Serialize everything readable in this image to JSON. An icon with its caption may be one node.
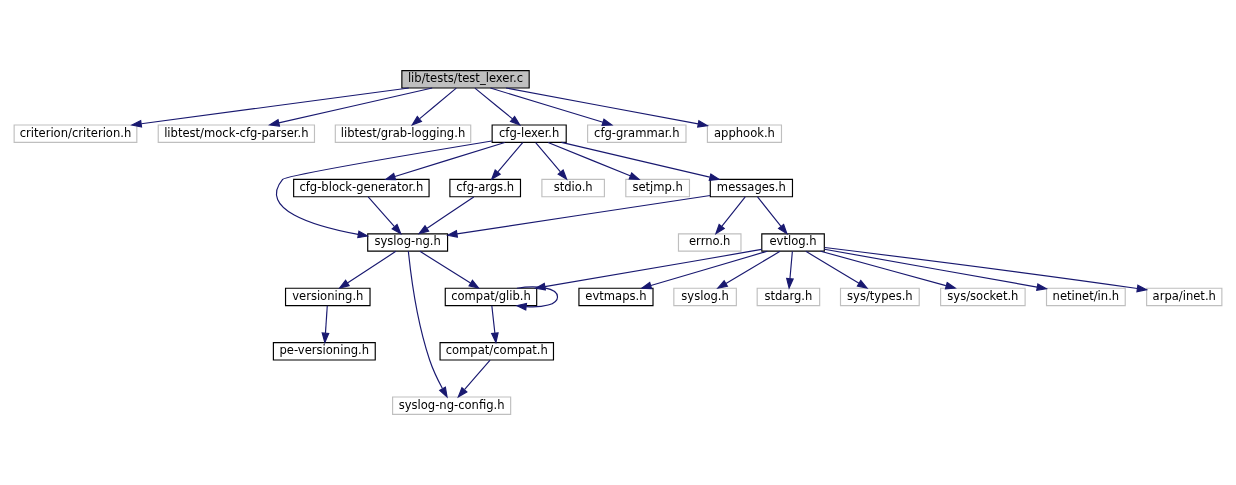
{
  "diagram": {
    "nodes": [
      {
        "text": [
          "lib/tests/test_lexer.c"
        ]
      },
      {
        "text": [
          "criterion/criterion.h"
        ]
      },
      {
        "text": [
          "libtest/mock-cfg-parser.h"
        ]
      },
      {
        "text": [
          "libtest/grab-logging.h"
        ]
      },
      {
        "text": [
          "cfg-lexer.h"
        ]
      },
      {
        "text": [
          "cfg-grammar.h"
        ]
      },
      {
        "text": [
          "apphook.h"
        ]
      },
      {
        "text": [
          "cfg-args.h"
        ]
      },
      {
        "text": [
          "cfg-block-generator.h"
        ]
      },
      {
        "text": [
          "messages.h"
        ]
      },
      {
        "text": [
          "stdio.h"
        ]
      },
      {
        "text": [
          "setjmp.h"
        ]
      },
      {
        "text": [
          "syslog-ng.h"
        ]
      },
      {
        "text": [
          "evtlog.h"
        ]
      },
      {
        "text": [
          "errno.h"
        ]
      },
      {
        "text": [
          "versioning.h"
        ]
      },
      {
        "text": [
          "compat/glib.h"
        ]
      },
      {
        "text": [
          "sys/socket.h"
        ]
      },
      {
        "text": [
          "netinet/in.h"
        ]
      },
      {
        "text": [
          "arpa/inet.h"
        ]
      },
      {
        "text": [
          "evtmaps.h"
        ]
      },
      {
        "text": [
          "syslog.h"
        ]
      },
      {
        "text": [
          "stdarg.h"
        ]
      },
      {
        "text": [
          "sys/types.h"
        ]
      },
      {
        "text": [
          "pe-versioning.h"
        ]
      },
      {
        "text": [
          "compat/compat.h"
        ]
      },
      {
        "text": [
          "syslog-ng-config.h"
        ]
      }
    ],
    "edges": [
      {
        "from": 0,
        "to": 1,
        "arrow": "to"
      },
      {
        "from": 0,
        "to": 2,
        "arrow": "to"
      },
      {
        "from": 0,
        "to": 3,
        "arrow": "to"
      },
      {
        "from": 0,
        "to": 4,
        "arrow": "to"
      },
      {
        "from": 0,
        "to": 5,
        "arrow": "to"
      },
      {
        "from": 0,
        "to": 6,
        "arrow": "to"
      },
      {
        "from": 4,
        "to": 12,
        "arrow": "to"
      },
      {
        "from": 4,
        "to": 7,
        "arrow": "to"
      },
      {
        "from": 4,
        "to": 8,
        "arrow": "to"
      },
      {
        "from": 4,
        "to": 9,
        "arrow": "to"
      },
      {
        "from": 4,
        "to": 10,
        "arrow": "to"
      },
      {
        "from": 4,
        "to": 11,
        "arrow": "to"
      },
      {
        "from": 7,
        "to": 12,
        "arrow": "to"
      },
      {
        "from": 8,
        "to": 12,
        "arrow": "to"
      },
      {
        "from": 9,
        "to": 12,
        "arrow": "to"
      },
      {
        "from": 9,
        "to": 13,
        "arrow": "to"
      },
      {
        "from": 9,
        "to": 14,
        "arrow": "to"
      },
      {
        "from": 12,
        "to": 15,
        "arrow": "to"
      },
      {
        "from": 12,
        "to": 16,
        "arrow": "to"
      },
      {
        "from": 12,
        "to": 26,
        "arrow": "to"
      },
      {
        "from": 13,
        "to": 16,
        "arrow": "to"
      },
      {
        "from": 13,
        "to": 17,
        "arrow": "to"
      },
      {
        "from": 13,
        "to": 18,
        "arrow": "to"
      },
      {
        "from": 13,
        "to": 19,
        "arrow": "to"
      },
      {
        "from": 13,
        "to": 20,
        "arrow": "to"
      },
      {
        "from": 13,
        "to": 21,
        "arrow": "to"
      },
      {
        "from": 13,
        "to": 22,
        "arrow": "to"
      },
      {
        "from": 13,
        "to": 23,
        "arrow": "to"
      },
      {
        "from": 16,
        "to": 16,
        "arrow": "to"
      },
      {
        "from": 16,
        "to": 25,
        "arrow": "to"
      },
      {
        "from": 25,
        "to": 26,
        "arrow": "to"
      },
      {
        "from": 15,
        "to": 24,
        "arrow": "to"
      }
    ]
  }
}
